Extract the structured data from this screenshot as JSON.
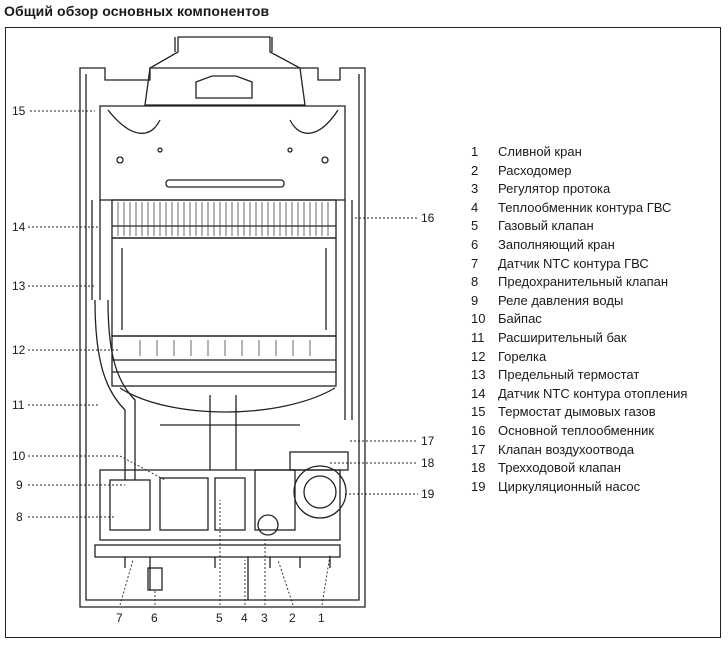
{
  "title": "Общий обзор основных компонентов",
  "callouts": [
    "15",
    "14",
    "13",
    "12",
    "11",
    "10",
    "9",
    "8",
    "7",
    "6",
    "5",
    "4",
    "3",
    "2",
    "1",
    "16",
    "17",
    "18",
    "19"
  ],
  "legend": [
    {
      "num": "1",
      "label": "Сливной кран"
    },
    {
      "num": "2",
      "label": "Расходомер"
    },
    {
      "num": "3",
      "label": "Регулятор протока"
    },
    {
      "num": "4",
      "label": "Теплообменник контура ГВС"
    },
    {
      "num": "5",
      "label": "Газовый клапан"
    },
    {
      "num": "6",
      "label": "Заполняющий кран"
    },
    {
      "num": "7",
      "label": "Датчик NTC контура ГВС"
    },
    {
      "num": "8",
      "label": "Предохранительный клапан"
    },
    {
      "num": "9",
      "label": "Реле давления воды"
    },
    {
      "num": "10",
      "label": "Байпас"
    },
    {
      "num": "11",
      "label": "Расширительный бак"
    },
    {
      "num": "12",
      "label": "Горелка"
    },
    {
      "num": "13",
      "label": "Предельный термостат"
    },
    {
      "num": "14",
      "label": "Датчик NTC контура отопления"
    },
    {
      "num": "15",
      "label": "Термостат дымовых газов"
    },
    {
      "num": "16",
      "label": "Основной теплообменник"
    },
    {
      "num": "17",
      "label": "Клапан воздухоотвода"
    },
    {
      "num": "18",
      "label": "Трехходовой клапан"
    },
    {
      "num": "19",
      "label": "Циркуляционный насос"
    }
  ]
}
